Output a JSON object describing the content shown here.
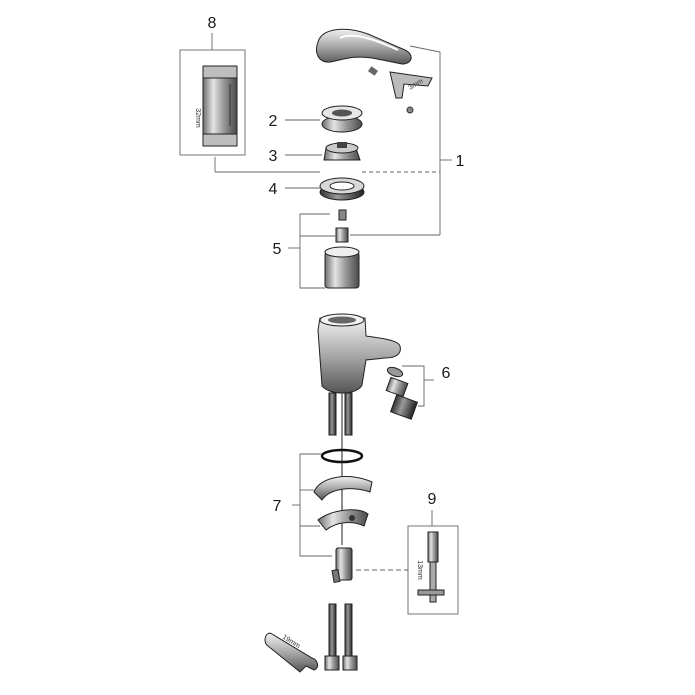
{
  "callouts": {
    "c1": "1",
    "c2": "2",
    "c3": "3",
    "c4": "4",
    "c5": "5",
    "c6": "6",
    "c7": "7",
    "c8": "8",
    "c9": "9"
  },
  "dimensions": {
    "tool_32": "32mm",
    "hex_3": "3mm",
    "tool_13": "13mm",
    "wrench_19": "19mm"
  }
}
